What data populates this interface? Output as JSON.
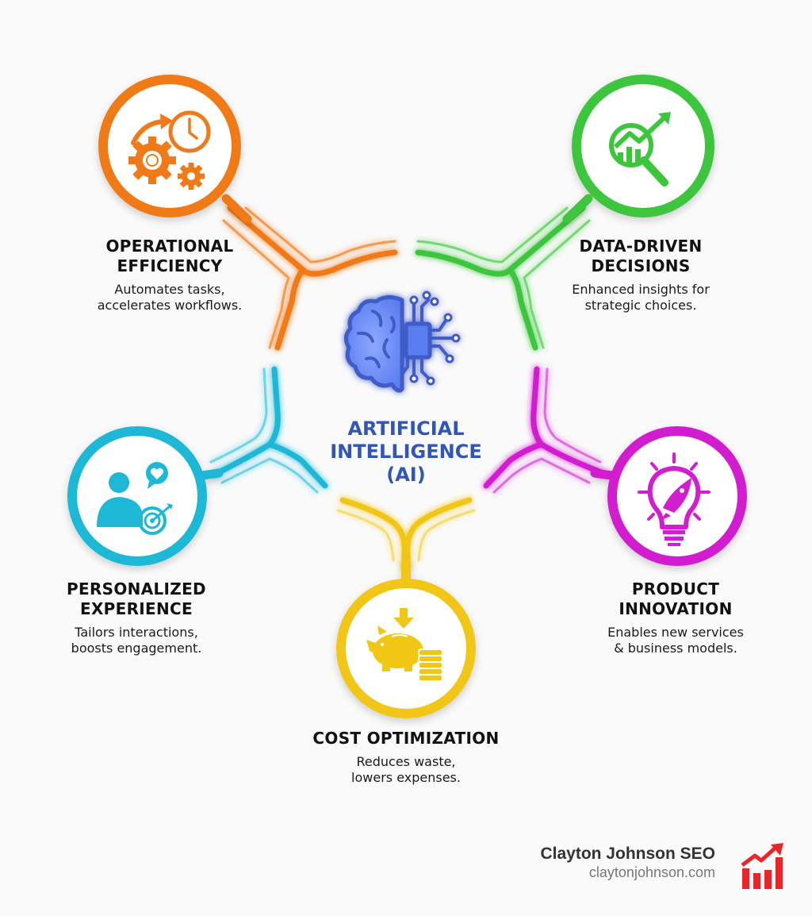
{
  "center": {
    "title": "ARTIFICIAL\nINTELLIGENCE\n(AI)",
    "icon": "brain-circuit-icon",
    "color": "#2f56b8"
  },
  "nodes": [
    {
      "id": "operational-efficiency",
      "title": "OPERATIONAL\nEFFICIENCY",
      "description": "Automates tasks,\naccelerates workflows.",
      "icon": "gears-clock-icon",
      "color": "#f07a18"
    },
    {
      "id": "data-driven-decisions",
      "title": "DATA-DRIVEN\nDECISIONS",
      "description": "Enhanced insights for\nstrategic choices.",
      "icon": "chart-magnifier-icon",
      "color": "#3cc63c"
    },
    {
      "id": "personalized-experience",
      "title": "PERSONALIZED\nEXPERIENCE",
      "description": "Tailors interactions,\nboosts engagement.",
      "icon": "user-heart-target-icon",
      "color": "#1eb8d6"
    },
    {
      "id": "product-innovation",
      "title": "PRODUCT\nINNOVATION",
      "description": "Enables new services\n& business models.",
      "icon": "lightbulb-rocket-icon",
      "color": "#d11ecf"
    },
    {
      "id": "cost-optimization",
      "title": "COST OPTIMIZATION",
      "description": "Reduces waste,\nlowers expenses.",
      "icon": "piggy-bank-coins-icon",
      "color": "#f2c614"
    }
  ],
  "brand": {
    "name": "Clayton Johnson SEO",
    "url": "claytonjohnson.com",
    "icon": "bar-chart-growth-icon",
    "color": "#e8262a"
  }
}
